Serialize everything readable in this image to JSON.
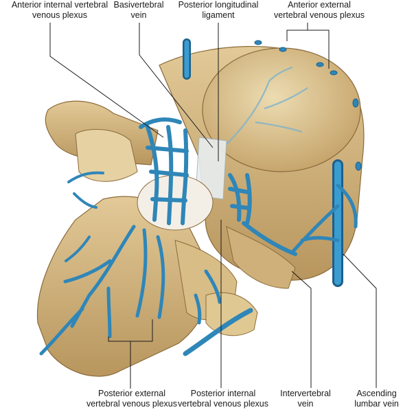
{
  "labels": {
    "anterior_internal": [
      "Anterior internal vertebral",
      "venous plexus"
    ],
    "basivertebral": [
      "Basivertebral",
      "vein"
    ],
    "posterior_longitudinal": [
      "Posterior longitudinal",
      "ligament"
    ],
    "anterior_external": [
      "Anterior external",
      "vertebral venous plexus"
    ],
    "posterior_external": [
      "Posterior external",
      "vertebral venous plexus"
    ],
    "posterior_internal": [
      "Posterior internal",
      "vertebral venous plexus"
    ],
    "intervertebral": [
      "Intervertebral",
      "vein"
    ],
    "ascending_lumbar": [
      "Ascending",
      "lumbar vein"
    ]
  },
  "colors": {
    "bone": "#d8bf8c",
    "bone_light": "#e9d6a8",
    "bone_shadow": "#a98a55",
    "vein": "#2f86b8",
    "vein_dark": "#1b5f8c",
    "leader": "#1a1a1a"
  }
}
